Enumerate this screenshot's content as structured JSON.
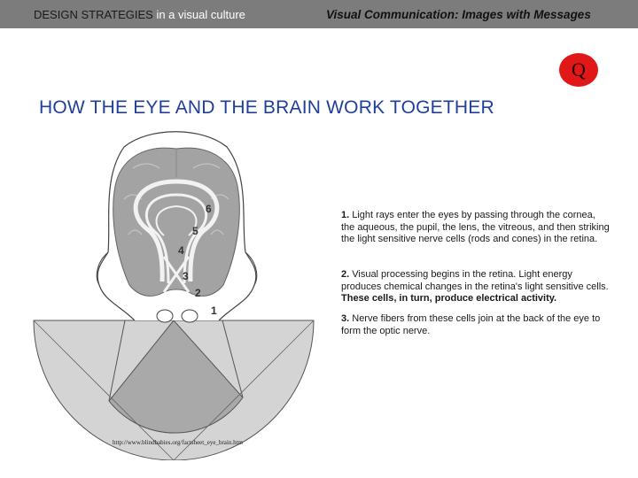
{
  "header": {
    "left_part1": "DESIGN STRATEGIES ",
    "left_part2": "in a visual culture",
    "right": "Visual Communication: Images with Messages"
  },
  "badge": {
    "label": "Q"
  },
  "title": "HOW THE EYE AND THE BRAIN WORK TOGETHER",
  "diagram": {
    "labels": [
      "1",
      "2",
      "3",
      "4",
      "5",
      "6"
    ]
  },
  "steps": [
    {
      "num": "1.",
      "text": " Light rays enter the eyes by passing through the cornea, the aqueous, the pupil, the lens, the vitreous, and then striking the light sensitive nerve cells (rods and cones) in the retina."
    },
    {
      "num": "2.",
      "text": " Visual processing begins in the retina. Light energy produces chemical changes in the retina's light sensitive cells. ",
      "emphasis": "These cells, in turn, produce electrical activity."
    },
    {
      "num": "3.",
      "text": " Nerve fibers from these cells join at the back of the eye to form the optic nerve."
    }
  ],
  "source_url": "http://www.blindbabies.org/factsheet_eye_brain.htm",
  "colors": {
    "header_bar": "#7c7c7c",
    "title": "#1f3f99",
    "badge": "#e01818",
    "brain": "#a3a3a3",
    "visual_field_light": "#d4d4d4",
    "visual_field_dark": "#a9a9a9"
  }
}
